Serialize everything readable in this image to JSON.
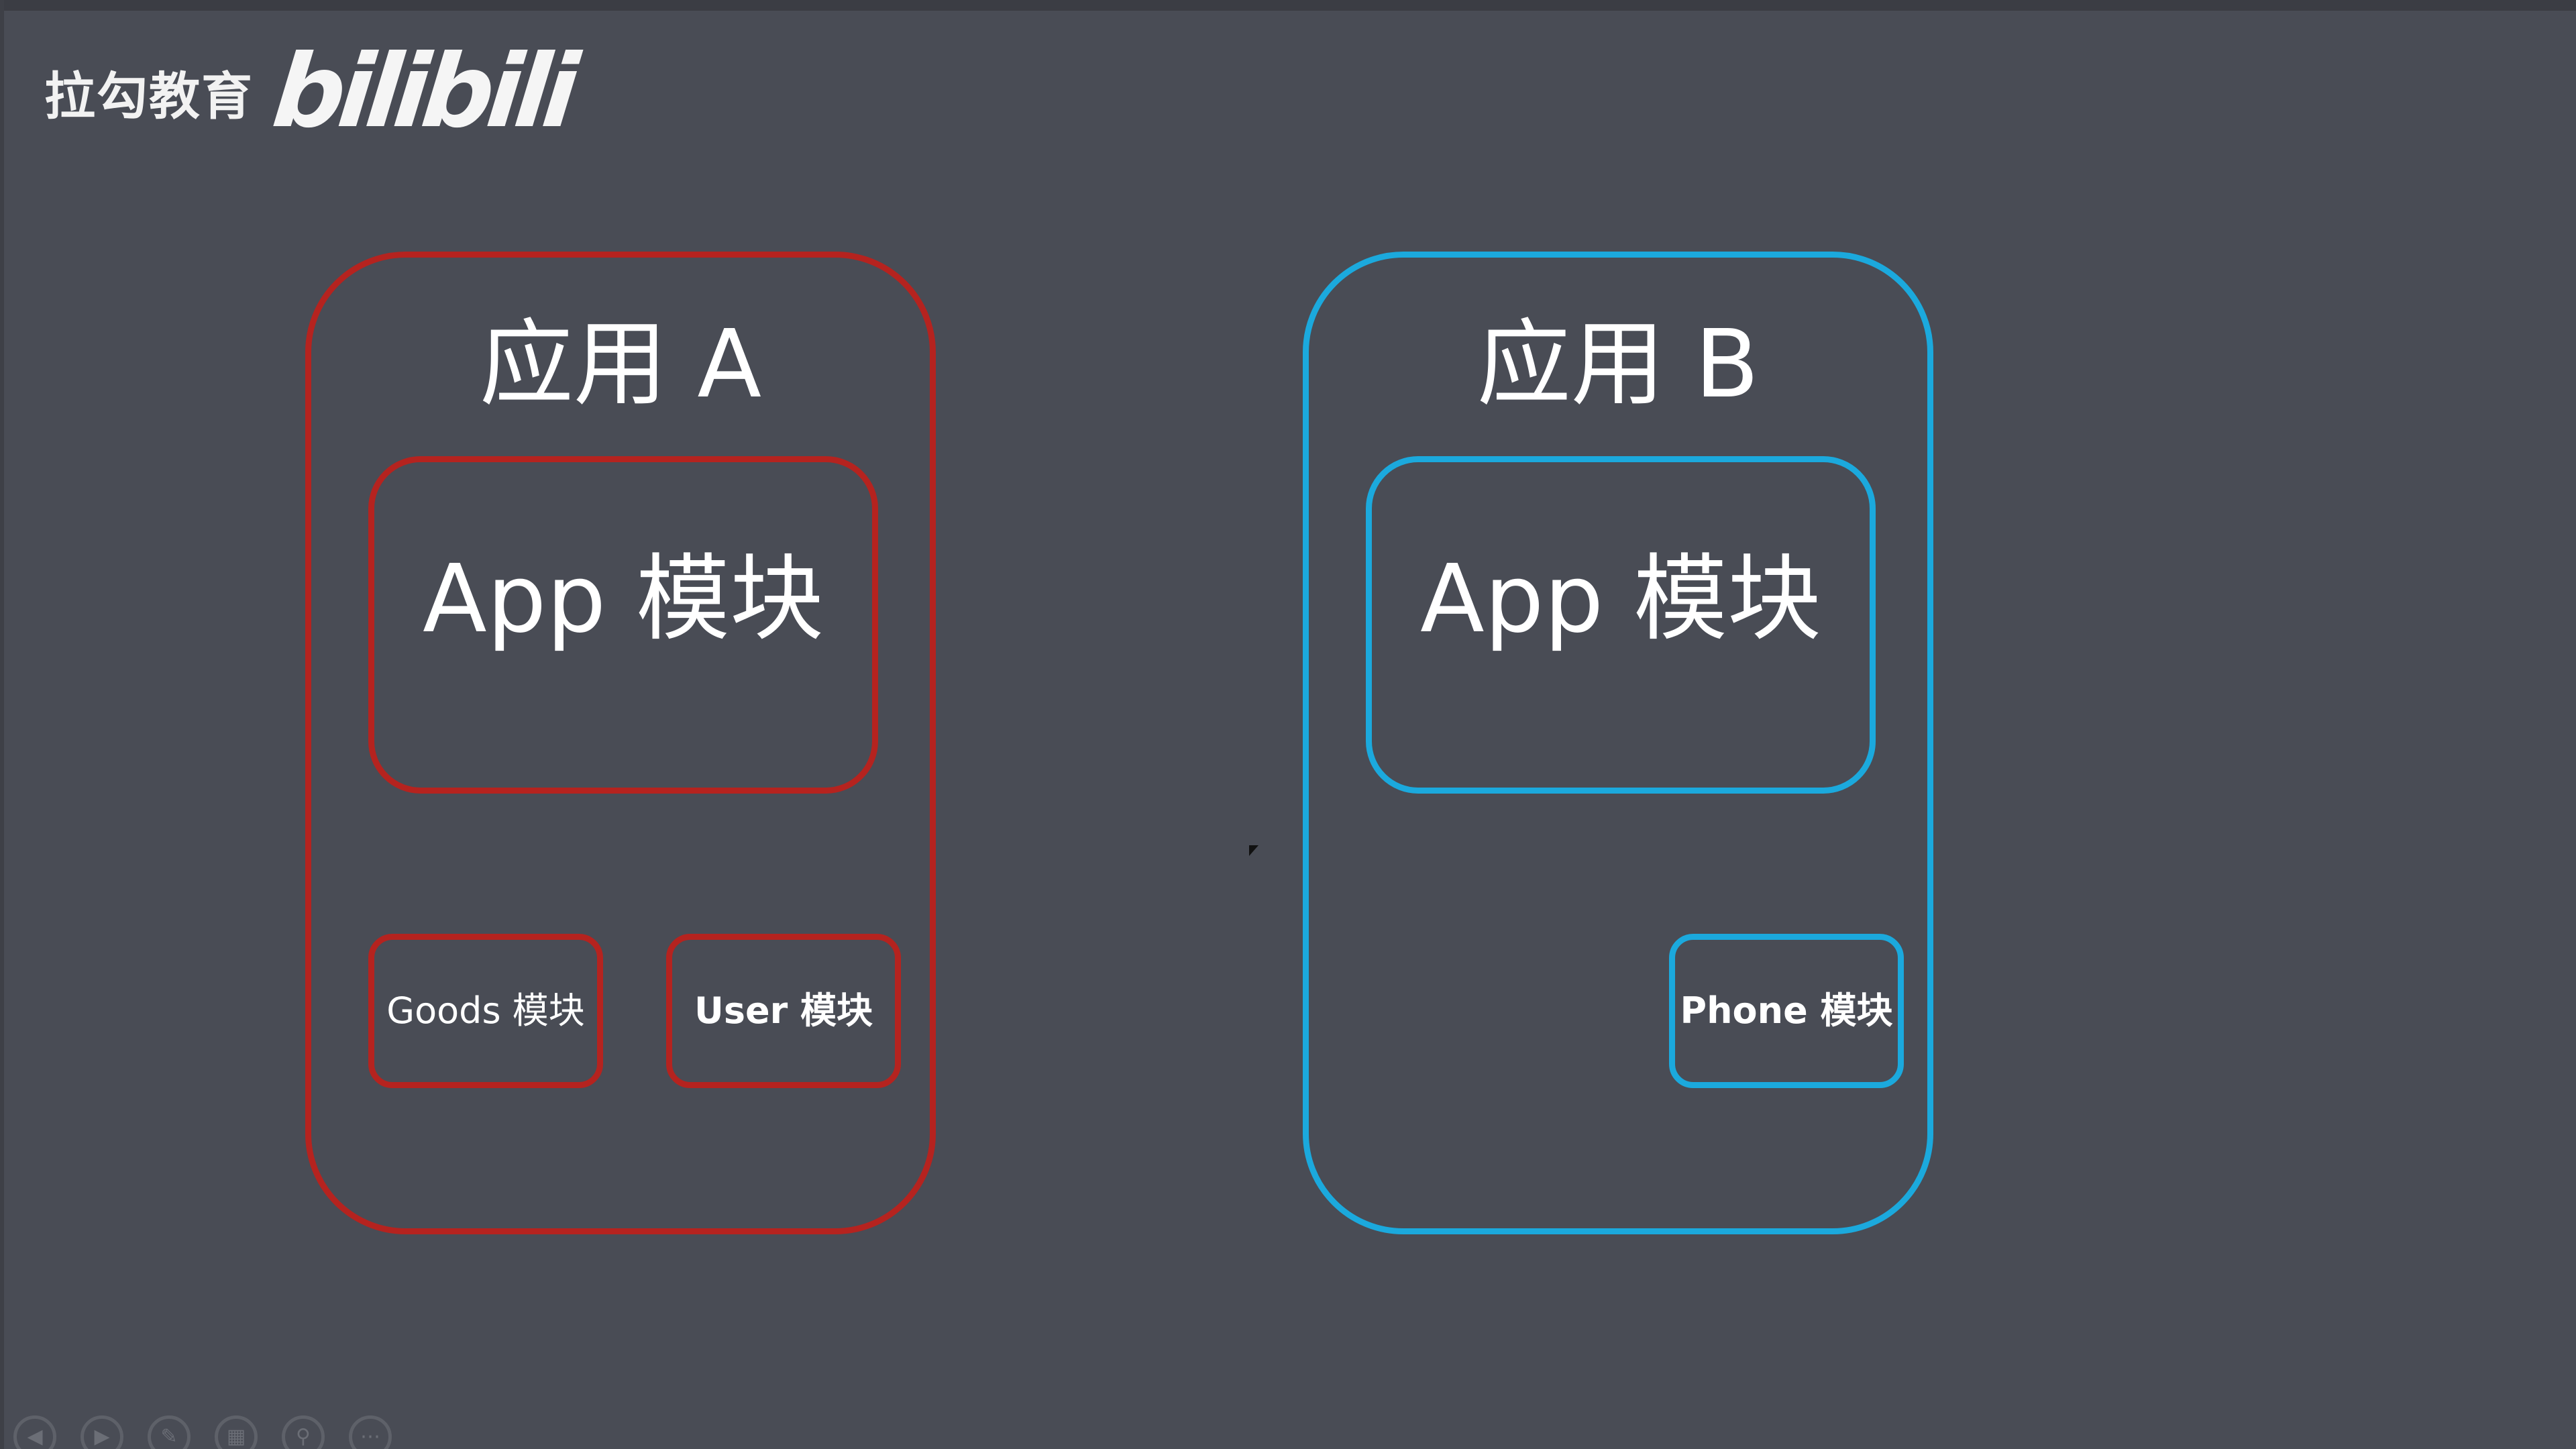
{
  "watermark": {
    "org_text": "拉勾教育",
    "logo_text": "bilibili"
  },
  "apps": {
    "a": {
      "title": "应用 A",
      "color": "#b5231f",
      "app_module": "App 模块",
      "goods_module": "Goods 模块",
      "user_module": "User 模块"
    },
    "b": {
      "title": "应用 B",
      "color": "#1ba9dd",
      "app_module": "App 模块",
      "phone_module": "Phone 模块"
    }
  },
  "toolbar": {
    "icons": [
      "previous-icon",
      "next-icon",
      "pen-icon",
      "slides-icon",
      "zoom-icon",
      "more-icon"
    ]
  }
}
